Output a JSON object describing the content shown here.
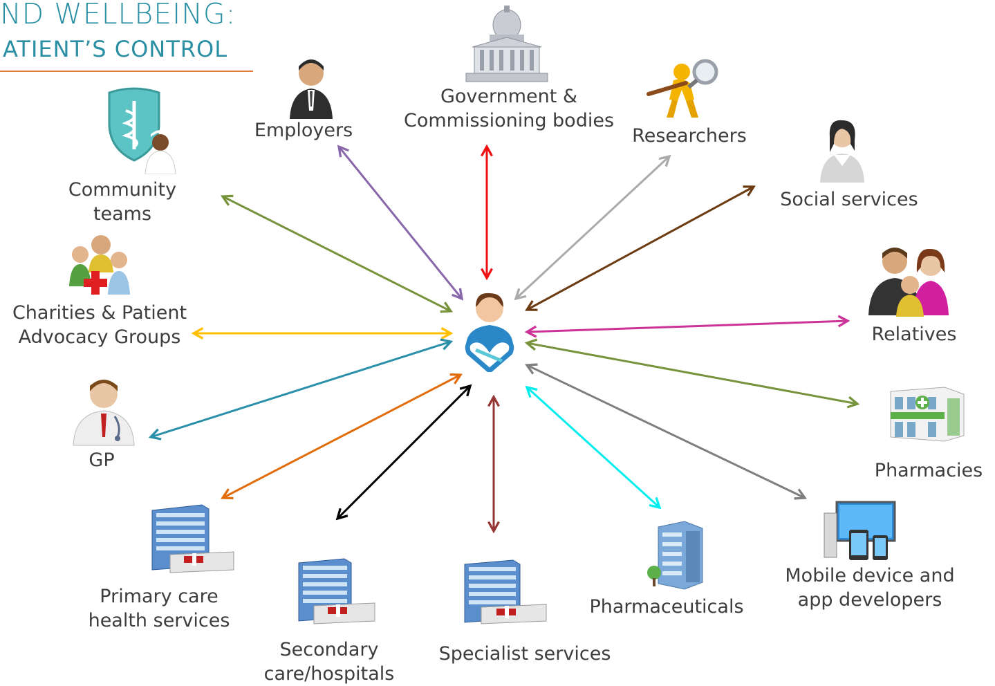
{
  "header": {
    "title_line1": "ND WELLBEING:",
    "title_line2": "ATIENT’S CONTROL"
  },
  "nodes": {
    "government": {
      "line1": "Government &",
      "line2": "Commissioning bodies"
    },
    "employers": {
      "line1": "Employers"
    },
    "researchers": {
      "line1": "Researchers"
    },
    "social": {
      "line1": "Social services"
    },
    "community": {
      "line1": "Community",
      "line2": "teams"
    },
    "charities": {
      "line1": "Charities & Patient",
      "line2": "Advocacy Groups"
    },
    "relatives": {
      "line1": "Relatives"
    },
    "gp": {
      "line1": "GP"
    },
    "pharmacies": {
      "line1": "Pharmacies"
    },
    "primary": {
      "line1": "Primary care",
      "line2": "health services"
    },
    "secondary": {
      "line1": "Secondary",
      "line2": "care/hospitals"
    },
    "specialist": {
      "line1": "Specialist services"
    },
    "pharmaceuticals": {
      "line1": "Pharmaceuticals"
    },
    "mobile": {
      "line1": "Mobile device and",
      "line2": "app developers"
    }
  },
  "colors": {
    "government": "#ee1111",
    "employers": "#8866aa",
    "researchers": "#aaaaaa",
    "social": "#6b3a10",
    "community": "#77933c",
    "charities": "#ffc000",
    "relatives": "#cc3399",
    "gp": "#2a8fa8",
    "pharmacies": "#77933c",
    "primary": "#e36c0a",
    "secondary": "#000000",
    "specialist": "#953735",
    "pharmaceuticals": "#00eeee",
    "mobile": "#7f7f7f",
    "title": "#2a8fa3",
    "title_rule": "#e07b3a"
  }
}
